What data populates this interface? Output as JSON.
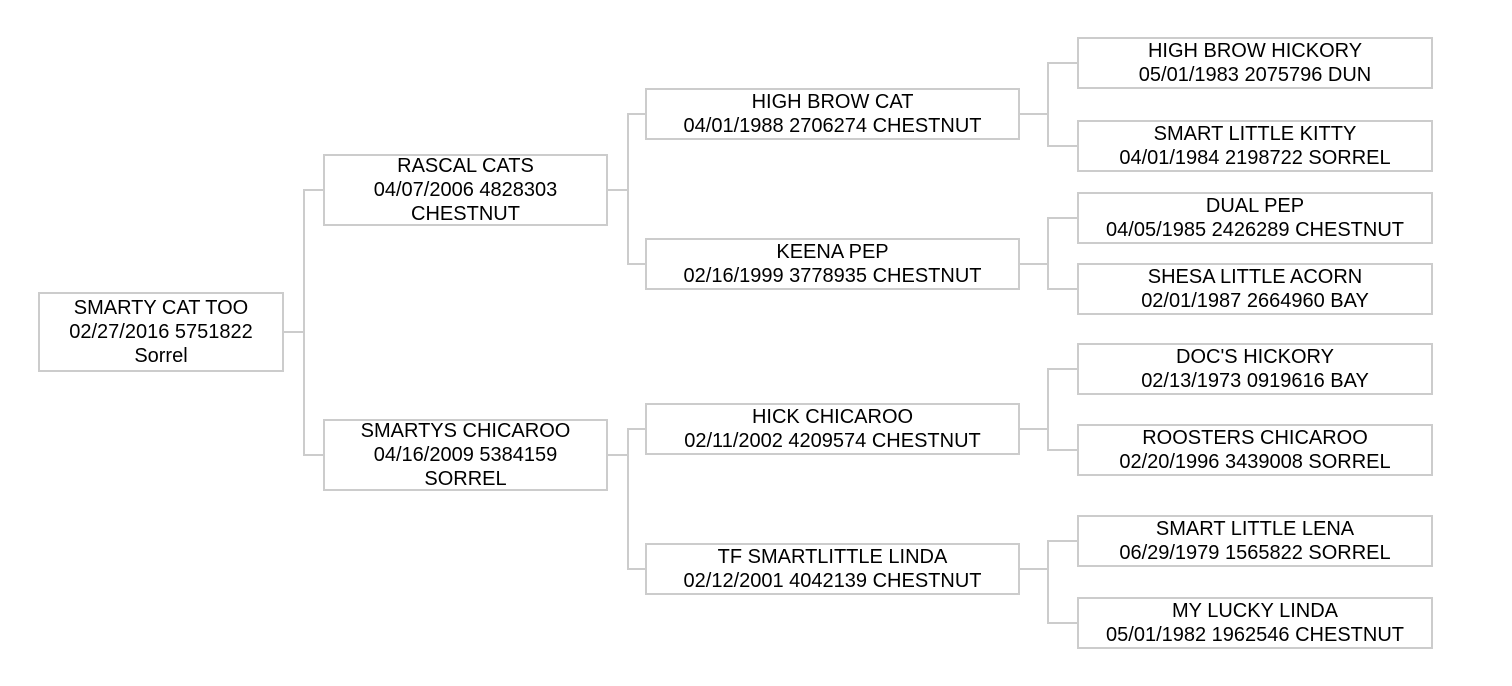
{
  "pedigree": {
    "root": {
      "name": "SMARTY CAT TOO",
      "details": "02/27/2016 5751822",
      "color": "Sorrel"
    },
    "sire": {
      "name": "RASCAL CATS",
      "details": "04/07/2006 4828303",
      "color": "CHESTNUT"
    },
    "dam": {
      "name": "SMARTYS CHICAROO",
      "details": "04/16/2009 5384159",
      "color": "SORREL"
    },
    "gen2": [
      {
        "name": "HIGH BROW CAT",
        "details": "04/01/1988 2706274 CHESTNUT"
      },
      {
        "name": "KEENA PEP",
        "details": "02/16/1999 3778935 CHESTNUT"
      },
      {
        "name": "HICK CHICAROO",
        "details": "02/11/2002 4209574 CHESTNUT"
      },
      {
        "name": "TF SMARTLITTLE LINDA",
        "details": "02/12/2001 4042139 CHESTNUT"
      }
    ],
    "gen3": [
      {
        "name": "HIGH BROW HICKORY",
        "details": "05/01/1983 2075796 DUN"
      },
      {
        "name": "SMART LITTLE KITTY",
        "details": "04/01/1984 2198722 SORREL"
      },
      {
        "name": "DUAL PEP",
        "details": "04/05/1985 2426289 CHESTNUT"
      },
      {
        "name": "SHESA LITTLE ACORN",
        "details": "02/01/1987 2664960 BAY"
      },
      {
        "name": "DOC'S HICKORY",
        "details": "02/13/1973 0919616 BAY"
      },
      {
        "name": "ROOSTERS CHICAROO",
        "details": "02/20/1996 3439008 SORREL"
      },
      {
        "name": "SMART LITTLE LENA",
        "details": "06/29/1979 1565822 SORREL"
      },
      {
        "name": "MY LUCKY LINDA",
        "details": "05/01/1982 1962546 CHESTNUT"
      }
    ]
  },
  "colors": {
    "background": "#ffffff",
    "box_border": "#cccccc",
    "connector_line": "#cccccc",
    "text": "#000000"
  }
}
